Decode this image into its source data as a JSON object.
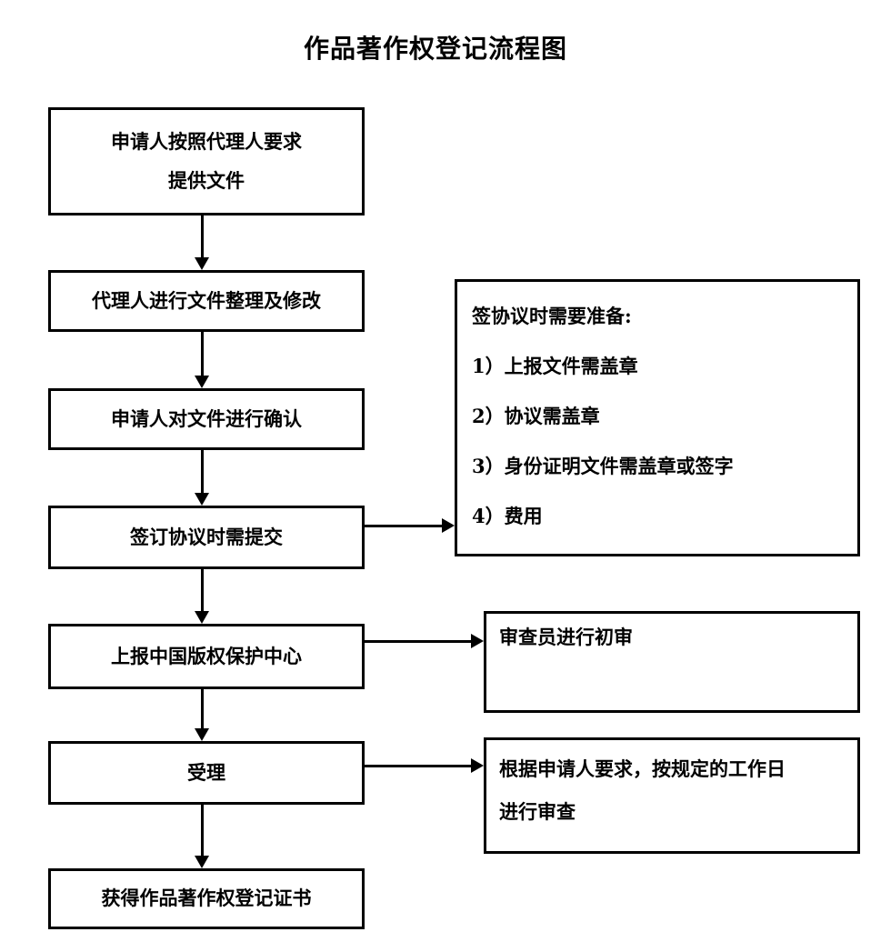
{
  "title": "作品著作权登记流程图",
  "flow": {
    "steps": [
      {
        "id": "step-1",
        "lines": [
          "申请人按照代理人要求",
          "提供文件"
        ]
      },
      {
        "id": "step-2",
        "lines": [
          "代理人进行文件整理及修改"
        ]
      },
      {
        "id": "step-3",
        "lines": [
          "申请人对文件进行确认"
        ]
      },
      {
        "id": "step-4",
        "lines": [
          "签订协议时需提交"
        ]
      },
      {
        "id": "step-5",
        "lines": [
          "上报中国版权保护中心"
        ]
      },
      {
        "id": "step-6",
        "lines": [
          "受理"
        ]
      },
      {
        "id": "step-7",
        "lines": [
          "获得作品著作权登记证书"
        ]
      }
    ],
    "side_notes": [
      {
        "id": "note-agreement",
        "heading": "签协议时需要准备:",
        "items": [
          {
            "num": "1）",
            "text": "上报文件需盖章"
          },
          {
            "num": "2）",
            "text": "协议需盖章"
          },
          {
            "num": "3）",
            "text": "身份证明文件需盖章或签字"
          },
          {
            "num": "4）",
            "text": "费用"
          }
        ]
      },
      {
        "id": "note-examiner",
        "lines": [
          "审查员进行初审"
        ]
      },
      {
        "id": "note-review",
        "lines": [
          "根据申请人要求，按规定的工作日",
          "进行审查"
        ]
      }
    ]
  },
  "colors": {
    "stroke": "#000000",
    "fill": "#ffffff",
    "text": "#000000"
  }
}
